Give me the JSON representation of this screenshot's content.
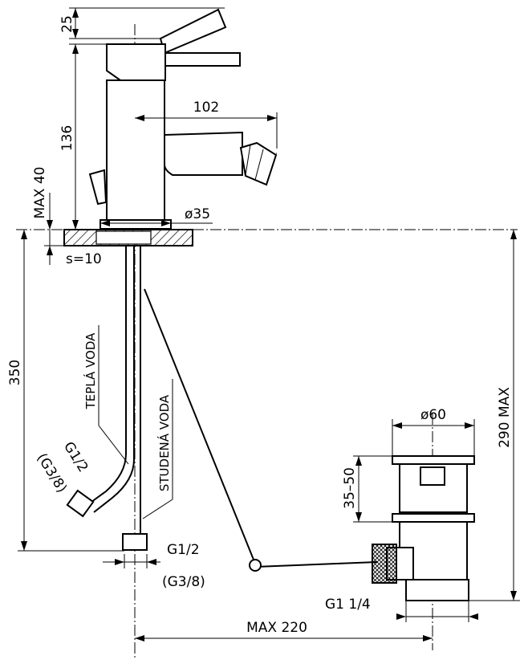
{
  "dimensions": {
    "lever_height": "25",
    "body_height": "136",
    "spout_reach": "102",
    "max_deck": "MAX 40",
    "base_diameter": "ø35",
    "deck_thickness": "s=10",
    "hose_length": "350",
    "waste_depth": "290 MAX",
    "waste_diameter": "ø60",
    "waste_range": "35–50",
    "waste_thread": "G1 1/4",
    "pull_rod_reach": "MAX 220"
  },
  "connections": {
    "hot_thread": "G1/2",
    "hot_thread_alt": "(G3/8)",
    "cold_thread": "G1/2",
    "cold_thread_alt": "(G3/8)"
  },
  "labels": {
    "hot_water": "TEPLÁ VODA",
    "cold_water": "STUDENÁ VODA"
  }
}
